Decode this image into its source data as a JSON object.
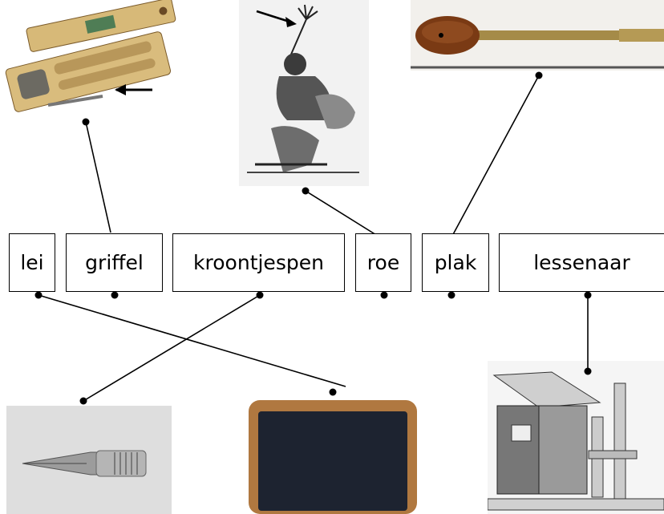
{
  "words": {
    "lei": "lei",
    "griffel": "griffel",
    "kroontjespen": "kroontjespen",
    "roe": "roe",
    "plak": "plak",
    "lessenaar": "lessenaar"
  },
  "illustrations": {
    "pencil_case": "pencil-case-with-slate-pencil",
    "birch_rod": "woodcut-of-spanking-with-birch-rod",
    "ferule": "wooden-ferule-paddle",
    "nib": "steel-pen-nib",
    "slate": "chalk-slate-in-wooden-frame",
    "desk": "school-desk-engraving"
  },
  "colors": {
    "line": "#000000",
    "wood": "#c7a15a",
    "slate": "#1d2330"
  }
}
